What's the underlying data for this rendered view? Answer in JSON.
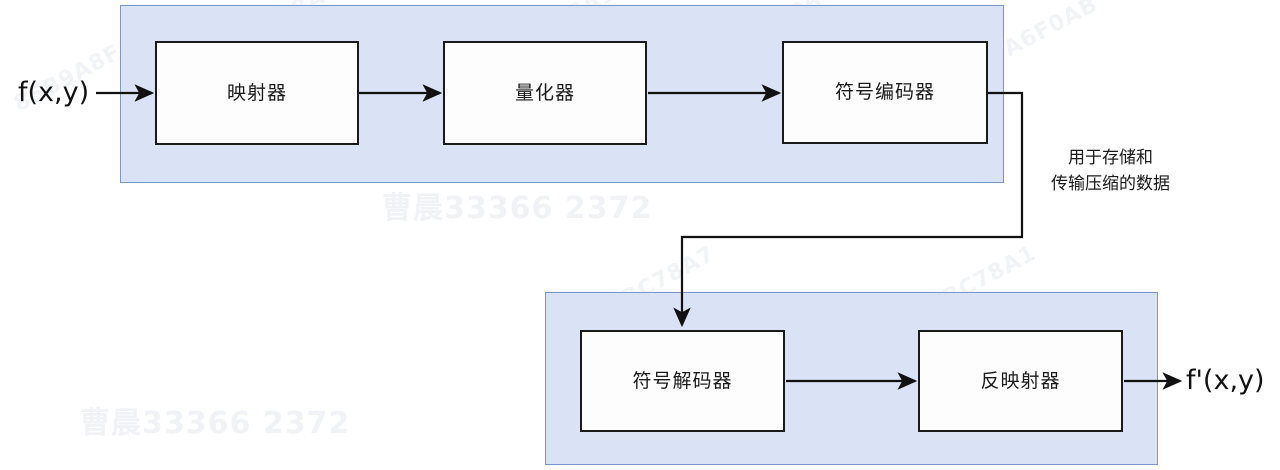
{
  "diagram": {
    "title": "Image compression encoder-decoder block diagram",
    "background_color": "#ffffff",
    "group_fill_color": "#dae3f5",
    "group_border_color": "#7b97c9",
    "node_fill_color": "#fdfdfd",
    "node_border_color": "#1a1a1a",
    "wire_color": "#1a1a1a"
  },
  "groups": [
    {
      "name": "encoder-group",
      "label": ""
    },
    {
      "name": "decoder-group",
      "label": ""
    }
  ],
  "encoder": {
    "nodes": [
      {
        "id": "mapper",
        "label": "映射器"
      },
      {
        "id": "quantizer",
        "label": "量化器"
      },
      {
        "id": "symbol-encoder",
        "label": "符号编码器"
      }
    ]
  },
  "decoder": {
    "nodes": [
      {
        "id": "symbol-decoder",
        "label": "符号解码器"
      },
      {
        "id": "inverse-mapper",
        "label": "反映射器"
      }
    ]
  },
  "io": {
    "input_label": "f(x,y)",
    "output_label": "f'(x,y)"
  },
  "annotations": {
    "channel_line1": "用于存储和",
    "channel_line2": "传输压缩的数据"
  },
  "watermarks": {
    "name_code": "曹晨33366 2372",
    "hex1": "85B9A8F4926",
    "hex2": "3269BC78A7",
    "hex3": "A5F0BC78A1",
    "hex4": "32698926",
    "hex5": "A6F0AB"
  }
}
